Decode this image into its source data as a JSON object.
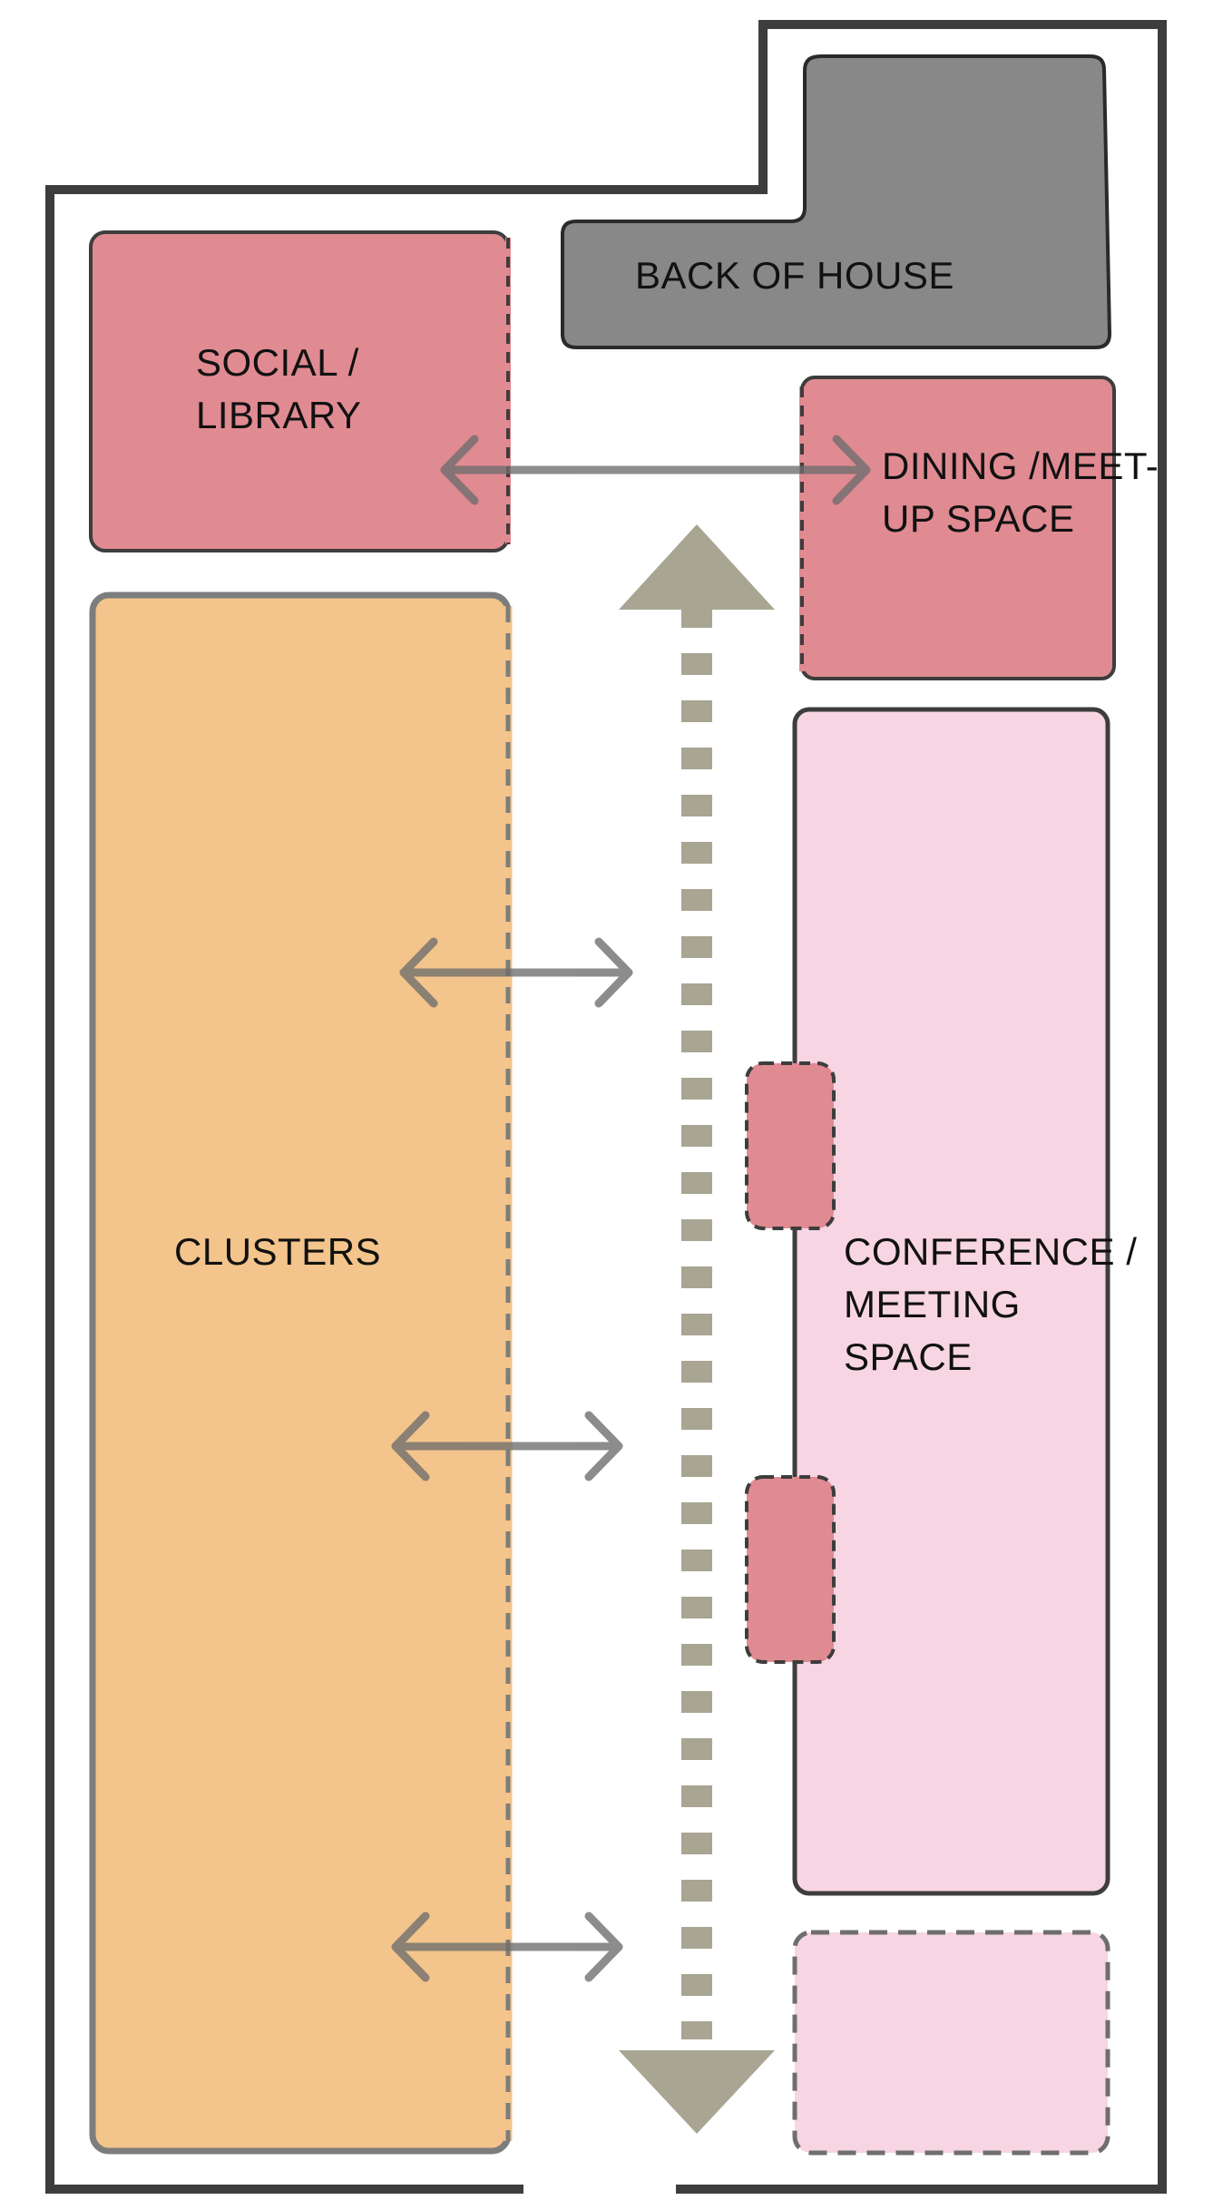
{
  "colors": {
    "wall": "#3d3d3d",
    "back_of_house": "#888888",
    "social_zone": "#e08a92",
    "clusters_zone": "#f3c48b",
    "conference_zone": "#f7d5e2",
    "circulation": "#a8a592",
    "connection_arrow": "#7a7a7a"
  },
  "zones": {
    "back_of_house": {
      "label": "BACK OF HOUSE"
    },
    "social_library": {
      "line1": "SOCIAL /",
      "line2": "LIBRARY"
    },
    "dining": {
      "line1": "DINING /MEET-",
      "line2": "UP SPACE"
    },
    "clusters": {
      "label": "CLUSTERS"
    },
    "conference": {
      "line1": "CONFERENCE /",
      "line2": "MEETING",
      "line3": "SPACE"
    },
    "breakout_room_1": {},
    "breakout_room_2": {},
    "future_space": {}
  },
  "icons": {
    "circulation": "double-headed-dashed-arrow",
    "connection": "double-headed-arrow"
  }
}
